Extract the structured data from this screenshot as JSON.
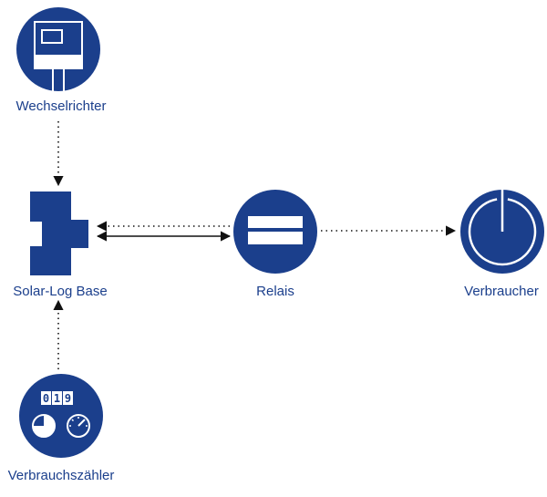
{
  "colors": {
    "node_fill": "#1b3f8c",
    "line": "#111111",
    "label": "#1b3f8c"
  },
  "nodes": {
    "inverter": {
      "label": "Wechselrichter",
      "icon": "inverter-icon"
    },
    "solarlog": {
      "label": "Solar-Log Base",
      "icon": "solar-log-device-icon"
    },
    "relay": {
      "label": "Relais",
      "icon": "relay-icon"
    },
    "consumer": {
      "label": "Verbraucher",
      "icon": "power-button-icon"
    },
    "meter": {
      "label": "Verbrauchszähler",
      "icon": "energy-meter-icon",
      "counter_digits": "019"
    }
  },
  "connections": [
    {
      "from": "inverter",
      "to": "solarlog",
      "style": "dotted",
      "direction": "to"
    },
    {
      "from": "meter",
      "to": "solarlog",
      "style": "dotted",
      "direction": "to"
    },
    {
      "from": "relay",
      "to": "solarlog",
      "style": "dotted",
      "direction": "to"
    },
    {
      "from": "solarlog",
      "to": "relay",
      "style": "solid",
      "direction": "both"
    },
    {
      "from": "relay",
      "to": "consumer",
      "style": "dotted",
      "direction": "to"
    }
  ]
}
